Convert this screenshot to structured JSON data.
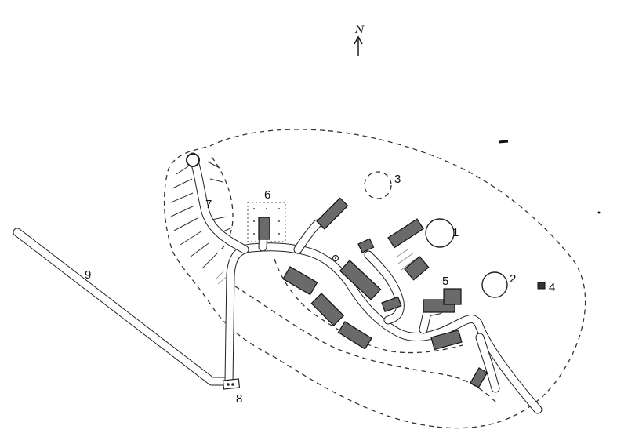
{
  "north_label": "N",
  "labels": {
    "l1": "1",
    "l2": "2",
    "l3": "3",
    "l4": "4",
    "l5": "5",
    "l6": "6",
    "l7": "7",
    "l8": "8",
    "l9": "9"
  }
}
